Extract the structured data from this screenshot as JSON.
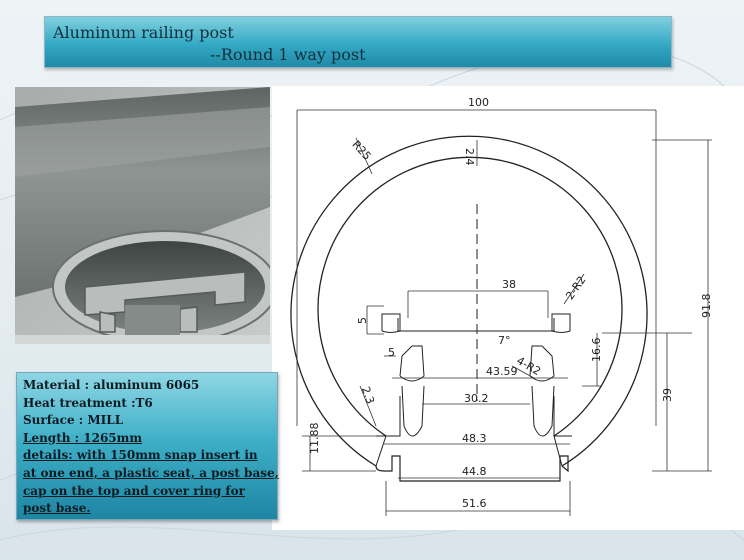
{
  "title": {
    "line1": "Aluminum railing post",
    "line2": "--Round 1 way post"
  },
  "specs": {
    "material": "Material : aluminum 6065",
    "heat_treatment": "Heat treatment :T6",
    "surface": "Surface : MILL",
    "length": "Length : 1265mm",
    "details_lines": [
      "details: with 150mm snap insert in",
      "at one end, a plastic seat, a post base,",
      "cap on the top and cover ring for",
      "post base."
    ]
  },
  "drawing": {
    "dim_width": "100",
    "dim_radius": "R25",
    "dim_wall": "2.4",
    "dim_top_channel": "38",
    "dim_corner": "2-R2",
    "dim_depth5": "5",
    "dim_inner5": "5",
    "dim_angle": "7°",
    "dim_inner_radii": "4-R2",
    "dim_inner_width": "43.59",
    "dim_height_total": "91.8",
    "dim_16_6": "16.6",
    "dim_39": "39",
    "dim_slot": "30.2",
    "dim_2_3": "2.3",
    "dim_48_3": "48.3",
    "dim_44_8": "44.8",
    "dim_51_6": "51.6",
    "dim_11_88": "11.88"
  },
  "colors": {
    "panel_top": "#7fd0e0",
    "panel_bottom": "#1f8aa8",
    "text_dark": "#10303c"
  }
}
